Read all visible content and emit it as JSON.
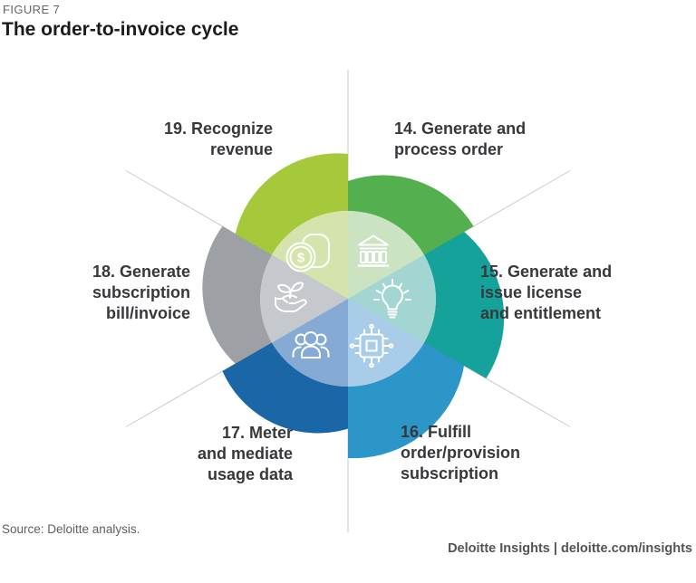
{
  "figure": {
    "eyebrow": "FIGURE 7",
    "title": "The order-to-invoice cycle"
  },
  "steps": {
    "s14": {
      "lines": [
        "14. Generate and",
        "process order"
      ],
      "icon": "bank-icon"
    },
    "s15": {
      "lines": [
        "15. Generate and",
        "issue license",
        "and entitlement"
      ],
      "icon": "lightbulb-icon"
    },
    "s16": {
      "lines": [
        "16. Fulfill",
        "order/provision",
        "subscription"
      ],
      "icon": "chip-icon"
    },
    "s17": {
      "lines": [
        "17. Meter",
        "and mediate",
        "usage data"
      ],
      "icon": "people-icon"
    },
    "s18": {
      "lines": [
        "18. Generate",
        "subscription",
        "bill/invoice"
      ],
      "icon": "growth-icon"
    },
    "s19": {
      "lines": [
        "19. Recognize",
        "revenue"
      ],
      "icon": "money-icon"
    }
  },
  "diagram": {
    "coin_symbol": "$",
    "icons": [
      "money-icon",
      "bank-icon",
      "lightbulb-icon",
      "chip-icon",
      "people-icon",
      "growth-icon"
    ]
  },
  "colors": {
    "lime": "#A6C93C",
    "green": "#54B04E",
    "teal": "#14A29A",
    "blue": "#2C96C8",
    "navy": "#1A66A6",
    "gray": "#9DA0A4",
    "wedge_money": "#D5E4AC",
    "wedge_bank": "#CBE3C1",
    "wedge_bulb": "#A3D6D2",
    "wedge_chip": "#A9CDE9",
    "wedge_people": "#85ABD4",
    "wedge_hand": "#C5C8CC",
    "line": "#C9CACB"
  },
  "footer": {
    "source": "Source: Deloitte analysis.",
    "branding": "Deloitte Insights | deloitte.com/insights"
  }
}
